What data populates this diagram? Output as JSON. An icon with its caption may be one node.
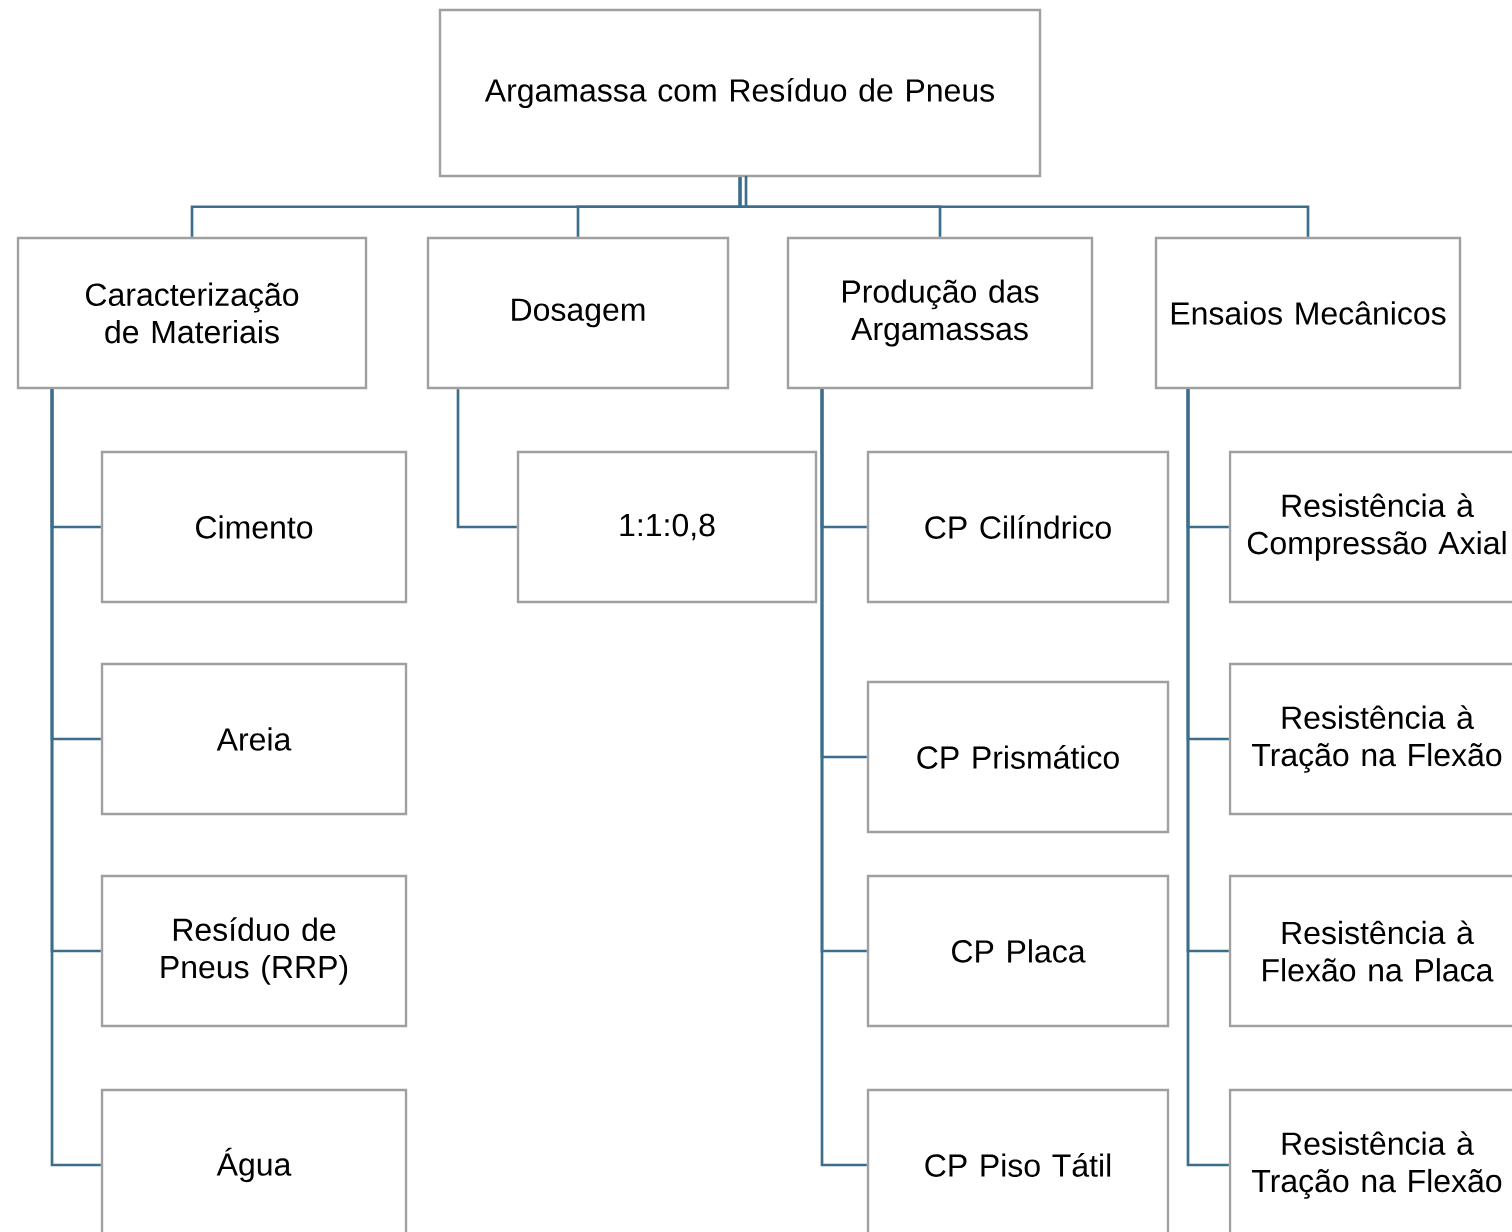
{
  "diagram": {
    "nodes": [
      {
        "text": [
          "Argamassa com Resíduo de Pneus"
        ]
      },
      {
        "text": [
          "Caracterização de Materiais"
        ]
      },
      {
        "text": [
          "Dosagem"
        ]
      },
      {
        "text": [
          "Produção das Argamassas"
        ]
      },
      {
        "text": [
          "Ensaios Mecânicos"
        ]
      },
      {
        "text": [
          "Cimento"
        ]
      },
      {
        "text": [
          "Areia"
        ]
      },
      {
        "text": [
          "Resíduo de Pneus (RRP)"
        ]
      },
      {
        "text": [
          "Água"
        ]
      },
      {
        "text": [
          "1:1:0,8"
        ]
      },
      {
        "text": [
          "CP Cilíndrico"
        ]
      },
      {
        "text": [
          "CP Prismático"
        ]
      },
      {
        "text": [
          "CP Placa"
        ]
      },
      {
        "text": [
          "CP Piso Tátil"
        ]
      },
      {
        "text": [
          "Resistência à Compressão Axial"
        ]
      },
      {
        "text": [
          "Resistência à Tração na Flexão"
        ]
      },
      {
        "text": [
          "Resistência à Flexão na Placa"
        ]
      },
      {
        "text": [
          "Resistência à Tração na Flexão"
        ]
      }
    ],
    "edges": [
      {
        "from": 0,
        "to": 1,
        "arrow": "none"
      },
      {
        "from": 0,
        "to": 2,
        "arrow": "none"
      },
      {
        "from": 0,
        "to": 3,
        "arrow": "none"
      },
      {
        "from": 0,
        "to": 4,
        "arrow": "none"
      },
      {
        "from": 1,
        "to": 5,
        "arrow": "none"
      },
      {
        "from": 1,
        "to": 6,
        "arrow": "none"
      },
      {
        "from": 1,
        "to": 7,
        "arrow": "none"
      },
      {
        "from": 1,
        "to": 8,
        "arrow": "none"
      },
      {
        "from": 2,
        "to": 9,
        "arrow": "none"
      },
      {
        "from": 3,
        "to": 10,
        "arrow": "none"
      },
      {
        "from": 3,
        "to": 11,
        "arrow": "none"
      },
      {
        "from": 3,
        "to": 12,
        "arrow": "none"
      },
      {
        "from": 3,
        "to": 13,
        "arrow": "none"
      },
      {
        "from": 4,
        "to": 14,
        "arrow": "none"
      },
      {
        "from": 4,
        "to": 15,
        "arrow": "none"
      },
      {
        "from": 4,
        "to": 16,
        "arrow": "none"
      },
      {
        "from": 4,
        "to": 17,
        "arrow": "none"
      }
    ]
  }
}
